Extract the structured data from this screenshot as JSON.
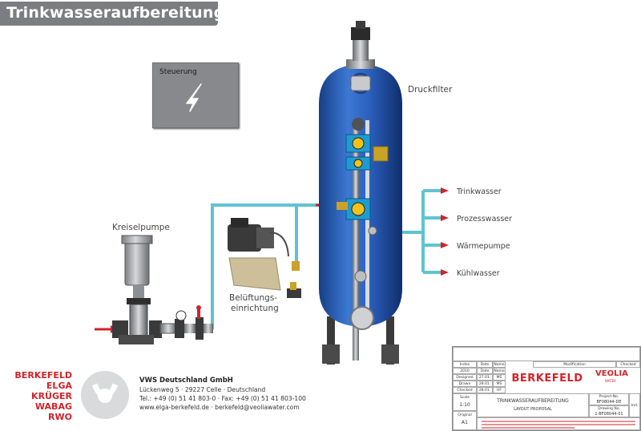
{
  "title": "Trinkwasseraufbereitung",
  "control": {
    "label": "Steuerung"
  },
  "labels": {
    "druckfilter": "Druckfilter",
    "kreiselpumpe": "Kreiselpumpe",
    "belueftung_1": "Belüftungs-",
    "belueftung_2": "einrichtung"
  },
  "outputs": [
    "Trinkwasser",
    "Prozesswasser",
    "Wärmepumpe",
    "Kühlwasser"
  ],
  "brands": [
    "BERKEFELD",
    "ELGA",
    "KRÜGER WABAG",
    "RWO"
  ],
  "company": {
    "name": "VWS Deutschland GmbH",
    "address": "Lückenweg 5 · 29227 Celle · Deutschland",
    "phone": "Tel.: +49 (0) 51 41 803-0 · Fax: +49 (0) 51 41 803-100",
    "web": "www.elga-berkefeld.de · berkefeld@veoliawater.com"
  },
  "title_block": {
    "modification": "Modification",
    "checked": "Checked",
    "rows": [
      {
        "c1": "Index",
        "c2": "Date",
        "c3": "Name"
      },
      {
        "c1": "2010",
        "c2": "Date",
        "c3": "Name"
      },
      {
        "c1": "Designed",
        "c2": "27.01.",
        "c3": "MS"
      },
      {
        "c1": "Drawn",
        "c2": "28.01.",
        "c3": "MS"
      },
      {
        "c1": "Checked",
        "c2": "28.01.",
        "c3": "HF"
      }
    ],
    "scale_label": "Scale",
    "scale": "1:10",
    "original_label": "Original",
    "original": "A1",
    "berkefeld": "BERKEFELD",
    "veolia": "VEOLIA",
    "veolia_sub": "WATER",
    "project_title": "TRINKWASSERAUFBEREITUNG",
    "project_sub": "LAYOUT PROPOSAL",
    "project_no_label": "Project-No.",
    "project_no": "BF08044-DE",
    "drawing_no_label": "Drawing No.",
    "drawing_no": "1-BF08044-01",
    "ind": "Ind."
  },
  "colors": {
    "pipe": "#5fc3d2",
    "tank": "#2a5db0",
    "arrow": "#d2232a",
    "title_bg": "#7b7d80"
  }
}
